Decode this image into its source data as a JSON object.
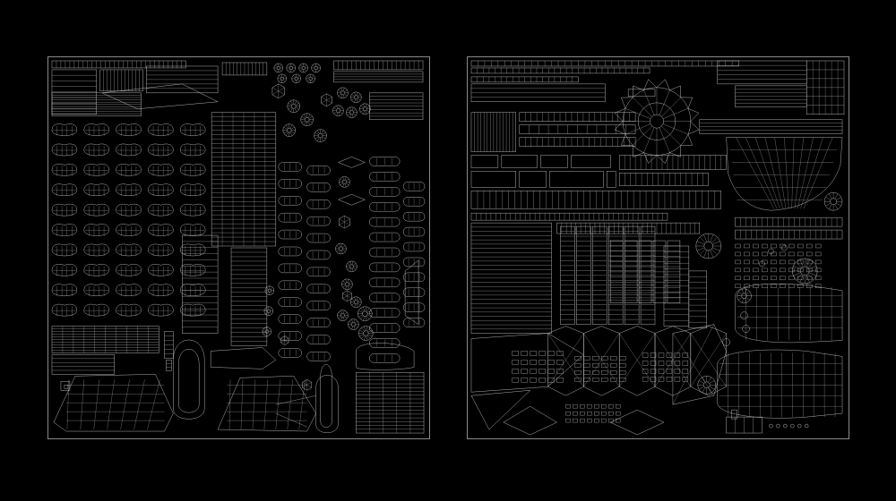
{
  "viewport": {
    "background": "#000000",
    "wire_color": "#cfcfcf",
    "border_color": "#8a8a8a"
  },
  "panels": [
    {
      "id": "uv-layout-left",
      "content": "uv-wireframe-islands"
    },
    {
      "id": "uv-layout-right",
      "content": "uv-wireframe-islands"
    }
  ]
}
